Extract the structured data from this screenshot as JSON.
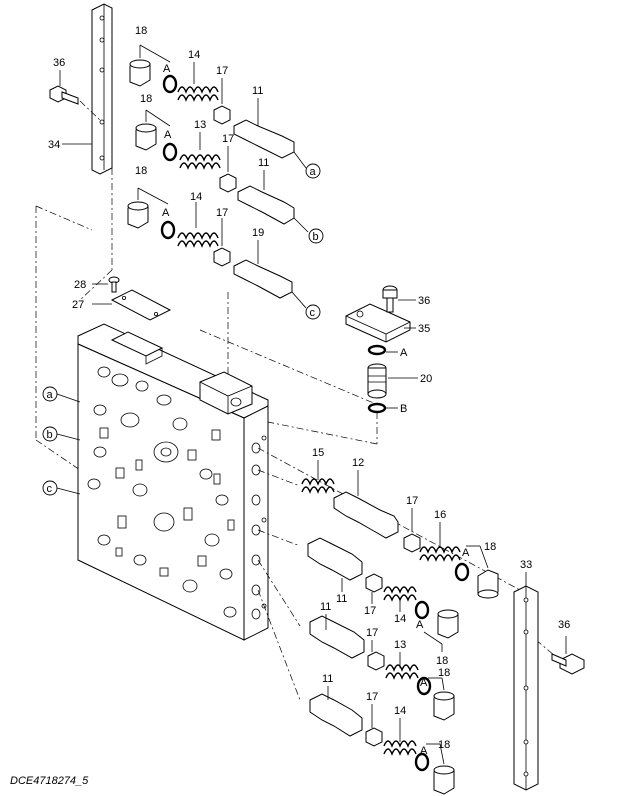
{
  "drawing_code": "DCE4718274_5",
  "callouts": {
    "a": "a",
    "b": "b",
    "c": "c",
    "A": "A",
    "B": "B"
  },
  "part_numbers": {
    "p11": "11",
    "p12": "12",
    "p13": "13",
    "p14": "14",
    "p15": "15",
    "p16": "16",
    "p17": "17",
    "p18": "18",
    "p19": "19",
    "p20": "20",
    "p27": "27",
    "p28": "28",
    "p33": "33",
    "p34": "34",
    "p35": "35",
    "p36": "36"
  }
}
